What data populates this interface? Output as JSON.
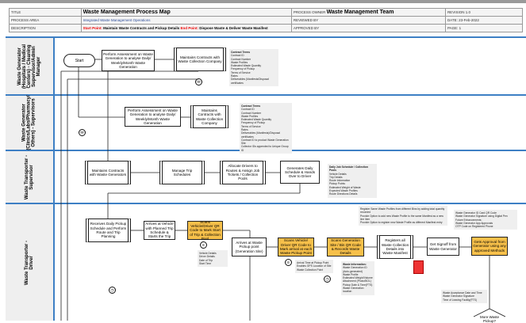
{
  "header": {
    "title_label": "TITLE",
    "title": "Waste Management Process Map",
    "process_owner_label": "PROCESS OWNER",
    "process_owner": "Waste Management Team",
    "revision": "REVISION   1.0",
    "process_area_label": "PROCESS AREA",
    "process_area": "Integrated Waste Management Operations",
    "reviewed_by_label": "REVIEWED BY",
    "date": "DATE:  23-Feb-2022",
    "description_label": "DESCRIPTION",
    "start_point_label": "Start Point:",
    "start_point": "Maintain Waste Contracts and  Pickup Details",
    "end_point_label": "End Point:",
    "end_point": "Dispose Waste & Deliver Waste Manifest",
    "approved_by_label": "APPROVED BY",
    "page": "PAGE:  1"
  },
  "lanes": [
    "Waste Generator (Hospitals / Medical Centers) - Cleaning Supervisor/Admin Manager",
    "Waste Generator (Clinics/Labs/Pharmacy/ Others) - Supervisors",
    "Waste Transporter - Supervisor",
    "Waste Transporter - Driver"
  ],
  "shapes": {
    "start": "Start",
    "l1_assess": "Perform Assessment on Waste Generation to analyse Daily/ Weekly/Month Waste Generation",
    "l1_contracts": "Maintains Contracts with Waste Collection Company",
    "l2_assess": "Perform Assessment on Waste Generation to analyse Daily/ Weekly/Month Waste Generation",
    "l2_contracts": "Maintains Contracts with Waste Collection Company",
    "l3_maintain": "Maintains Contracts with Waste Generators",
    "l3_trip": "Manage Trip Schedules",
    "l3_allocate": "Allocate Drivers to Routes & Assign Job Tickets / Collection Pools",
    "l3_generate": "Generates Daily Schedule & Hands Over to Driver",
    "l4_receive": "Receives Daily Pickup Schedule and Perform Route and Trip Planning",
    "l4_arrive_vehicle": "Arrives at Vehicle with Planned Trip Schedule & Starts the Trip",
    "l4_scan_start": "Scans Vehicle/Driver QR Code to Mark Start of Trip & Collection Pool",
    "l4_arrive_pickup": "Arrives at Waste Pickup point (Generation Site)",
    "l4_scan_arrival": "Scans Vehicle/ Driver QR Code to Mark arrival at each Waste Pickup Point",
    "l4_scan_site": "Scans Generation Site / Bin QR Code & Records Waste Details",
    "l4_register": "Registers all Waste Collection Details into Waste Manifest",
    "l4_signoff": "Get Signoff from Waste Generator",
    "l4_approval": "Gets Approval from Generator using any approved Methods",
    "l4_decision": "More Waste Pickup?"
  },
  "notes": {
    "contract1": [
      "Contract Terms",
      "Contract ID",
      "Contract Number",
      "Waste Profiles",
      "Estimated Waste Quantity",
      "Frequency of Pickup",
      "Terms of Service",
      "Rates",
      "Deliverables (Manifests/Disposal certificates"
    ],
    "contract2": [
      "Contract Terms",
      "Contract ID",
      "Contract Number",
      "Waste Profiles",
      "Estimated Waste Quantity",
      "Frequency of Pickup",
      "Terms of Service",
      "Rates",
      "Deliverables (Manifests)/Disposal certificates",
      "Contract ID to product Waste Generation Site",
      "Collector IDs appended to Unique Group ID"
    ],
    "schedule": [
      "Daily Job Schedule / Collection Pools",
      "Vehicle Details",
      "Trip Details",
      "Route Information",
      "Pickup Points",
      "Estimated Weight of Waste",
      "Expected Waste Profiles",
      "Route Directions Details"
    ],
    "trip_start": [
      "Vehicle Details",
      "Driver Details",
      "Date of Trip",
      "Start Time"
    ],
    "arrival": [
      "Arrival Time at Pickup Point",
      "Enables GPS Location of Site",
      "Waste Collection Point"
    ],
    "waste_info": [
      "Waste Information:",
      "Waste Generation ID",
      "(Auto-generated)",
      "Waste Profile",
      "Estimated Weight/Volume",
      "Attachment (Photo/BOL)",
      "Pickup Date & Time(FTS)",
      "Waste Generation",
      "location"
    ],
    "manifest": [
      "Register Same Waste Profiles from different Bins by adding total quantity recorded",
      "Provide Option to add new Waste Profile to the same Manifest as a new line item",
      "Provide Option to register new Waste Profile as different Manifest entry"
    ],
    "approval": [
      "Waste Generator ID Card QR Code",
      "Waste Generator Signature using Digital Pen",
      "Future Enhancements:",
      "Waste Generator App Approvals",
      "OTP Code on Registered Phone"
    ],
    "acceptance": [
      "Waste Acceptance Date and Time",
      "Waste Generator Signature",
      "Time of Leaving Facility(FTS)"
    ]
  }
}
